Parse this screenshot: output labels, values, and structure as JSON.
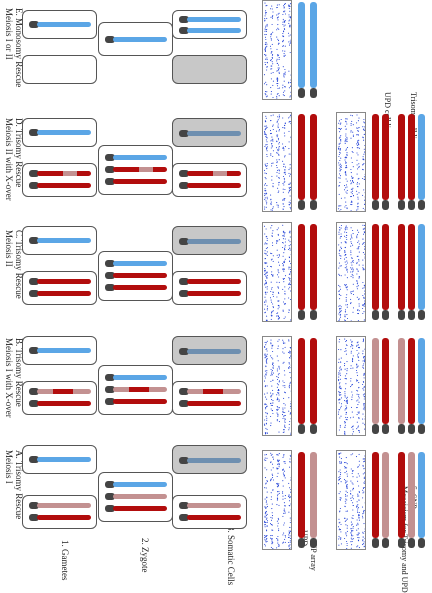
{
  "rows": [
    {
      "id": "E",
      "line1": "E. Monosomy Rescue",
      "line2": "Meiosis I or II"
    },
    {
      "id": "D",
      "line1": "D. Trisomy Rescue",
      "line2": "Meiosis II with X-over"
    },
    {
      "id": "C",
      "line1": "C. Trisomy Rescue",
      "line2": "Meiosis II"
    },
    {
      "id": "B",
      "line1": "B. Trisomy Rescue",
      "line2": "Meiosis I with X-over"
    },
    {
      "id": "A",
      "line1": "A. Trisomy Rescue",
      "line2": "Meiosis I"
    }
  ],
  "columns": {
    "gametes": "1. Gametes",
    "zygote": "2. Zygote",
    "somatic": "3. Somatic Cells",
    "snp_upd_1": "4. SNP array",
    "snp_upd_2": "UPD",
    "snp_mosaic_1": "5. SNP array",
    "snp_mosaic_2": "Mosaicism for Trisomy and UPD"
  },
  "legend": {
    "upd_line": "UPD cell line",
    "trisomy_line": "Trisomy cell line"
  },
  "colors": {
    "maternal_blue": "#5ba6e6",
    "paternal_red": "#b20d0d",
    "paternal_pink": "#c39191",
    "somatic_grey": "#c8c8c8",
    "centromere": "#444444",
    "snp_dot": "#1f3fd6"
  }
}
